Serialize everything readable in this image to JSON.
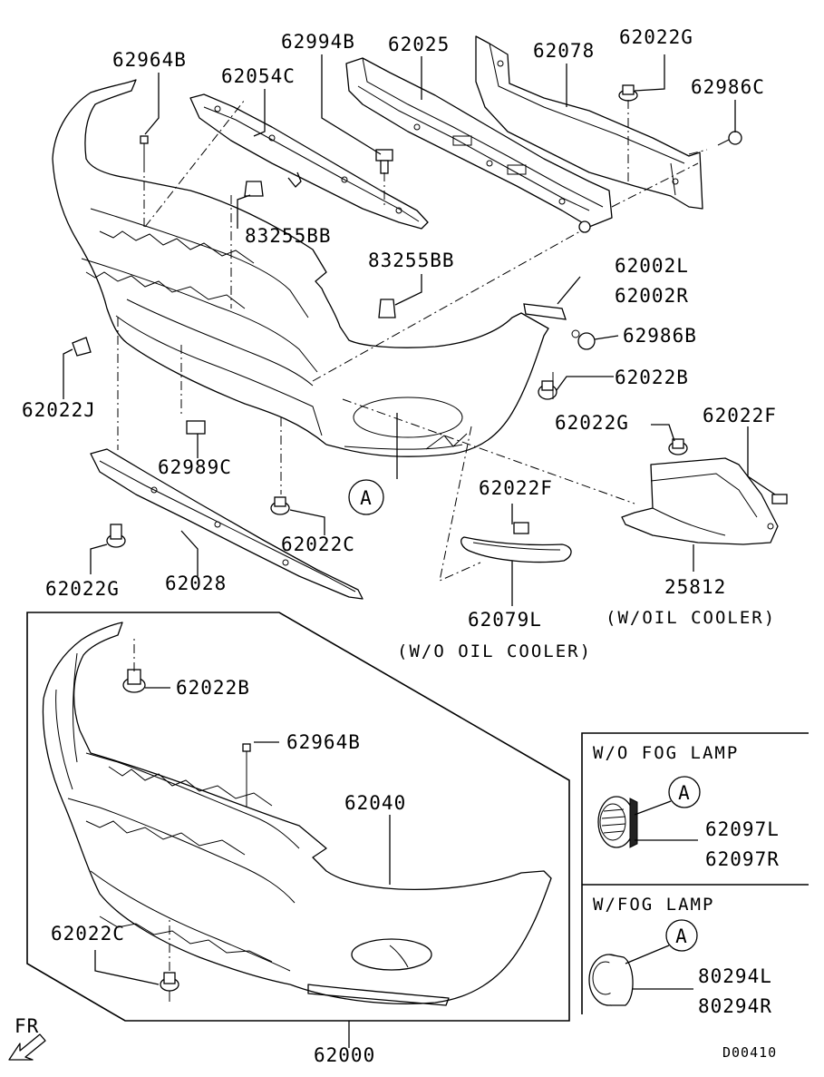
{
  "labels": {
    "p62964B_top": "62964B",
    "p62054C": "62054C",
    "p62994B": "62994B",
    "p62025": "62025",
    "p62078": "62078",
    "p62022G_top": "62022G",
    "p62986C": "62986C",
    "p83255BB_a": "83255BB",
    "p83255BB_b": "83255BB",
    "p62002L": "62002L",
    "p62002R": "62002R",
    "p62986B": "62986B",
    "p62022B_right": "62022B",
    "p62022J": "62022J",
    "p62022G_right": "62022G",
    "p62022F_right": "62022F",
    "p62989C": "62989C",
    "p62022C_mid": "62022C",
    "p62022F_mid": "62022F",
    "p62022G_left": "62022G",
    "p62028": "62028",
    "p25812": "25812",
    "p62079L": "62079L",
    "p62022B_lower": "62022B",
    "p62964B_lower": "62964B",
    "p62040": "62040",
    "p62022C_lower": "62022C",
    "p62000": "62000",
    "p62097L": "62097L",
    "p62097R": "62097R",
    "p80294L": "80294L",
    "p80294R": "80294R"
  },
  "notes": {
    "with_oil_cooler": "(W/OIL COOLER)",
    "without_oil_cooler": "(W/O OIL COOLER)",
    "without_fog_lamp": "W/O FOG LAMP",
    "with_fog_lamp": "W/FOG LAMP"
  },
  "callouts": {
    "ref_a_main": "A",
    "ref_a_wo_fog": "A",
    "ref_a_w_fog": "A"
  },
  "direction_label": "FR",
  "drawing_code": "D00410"
}
